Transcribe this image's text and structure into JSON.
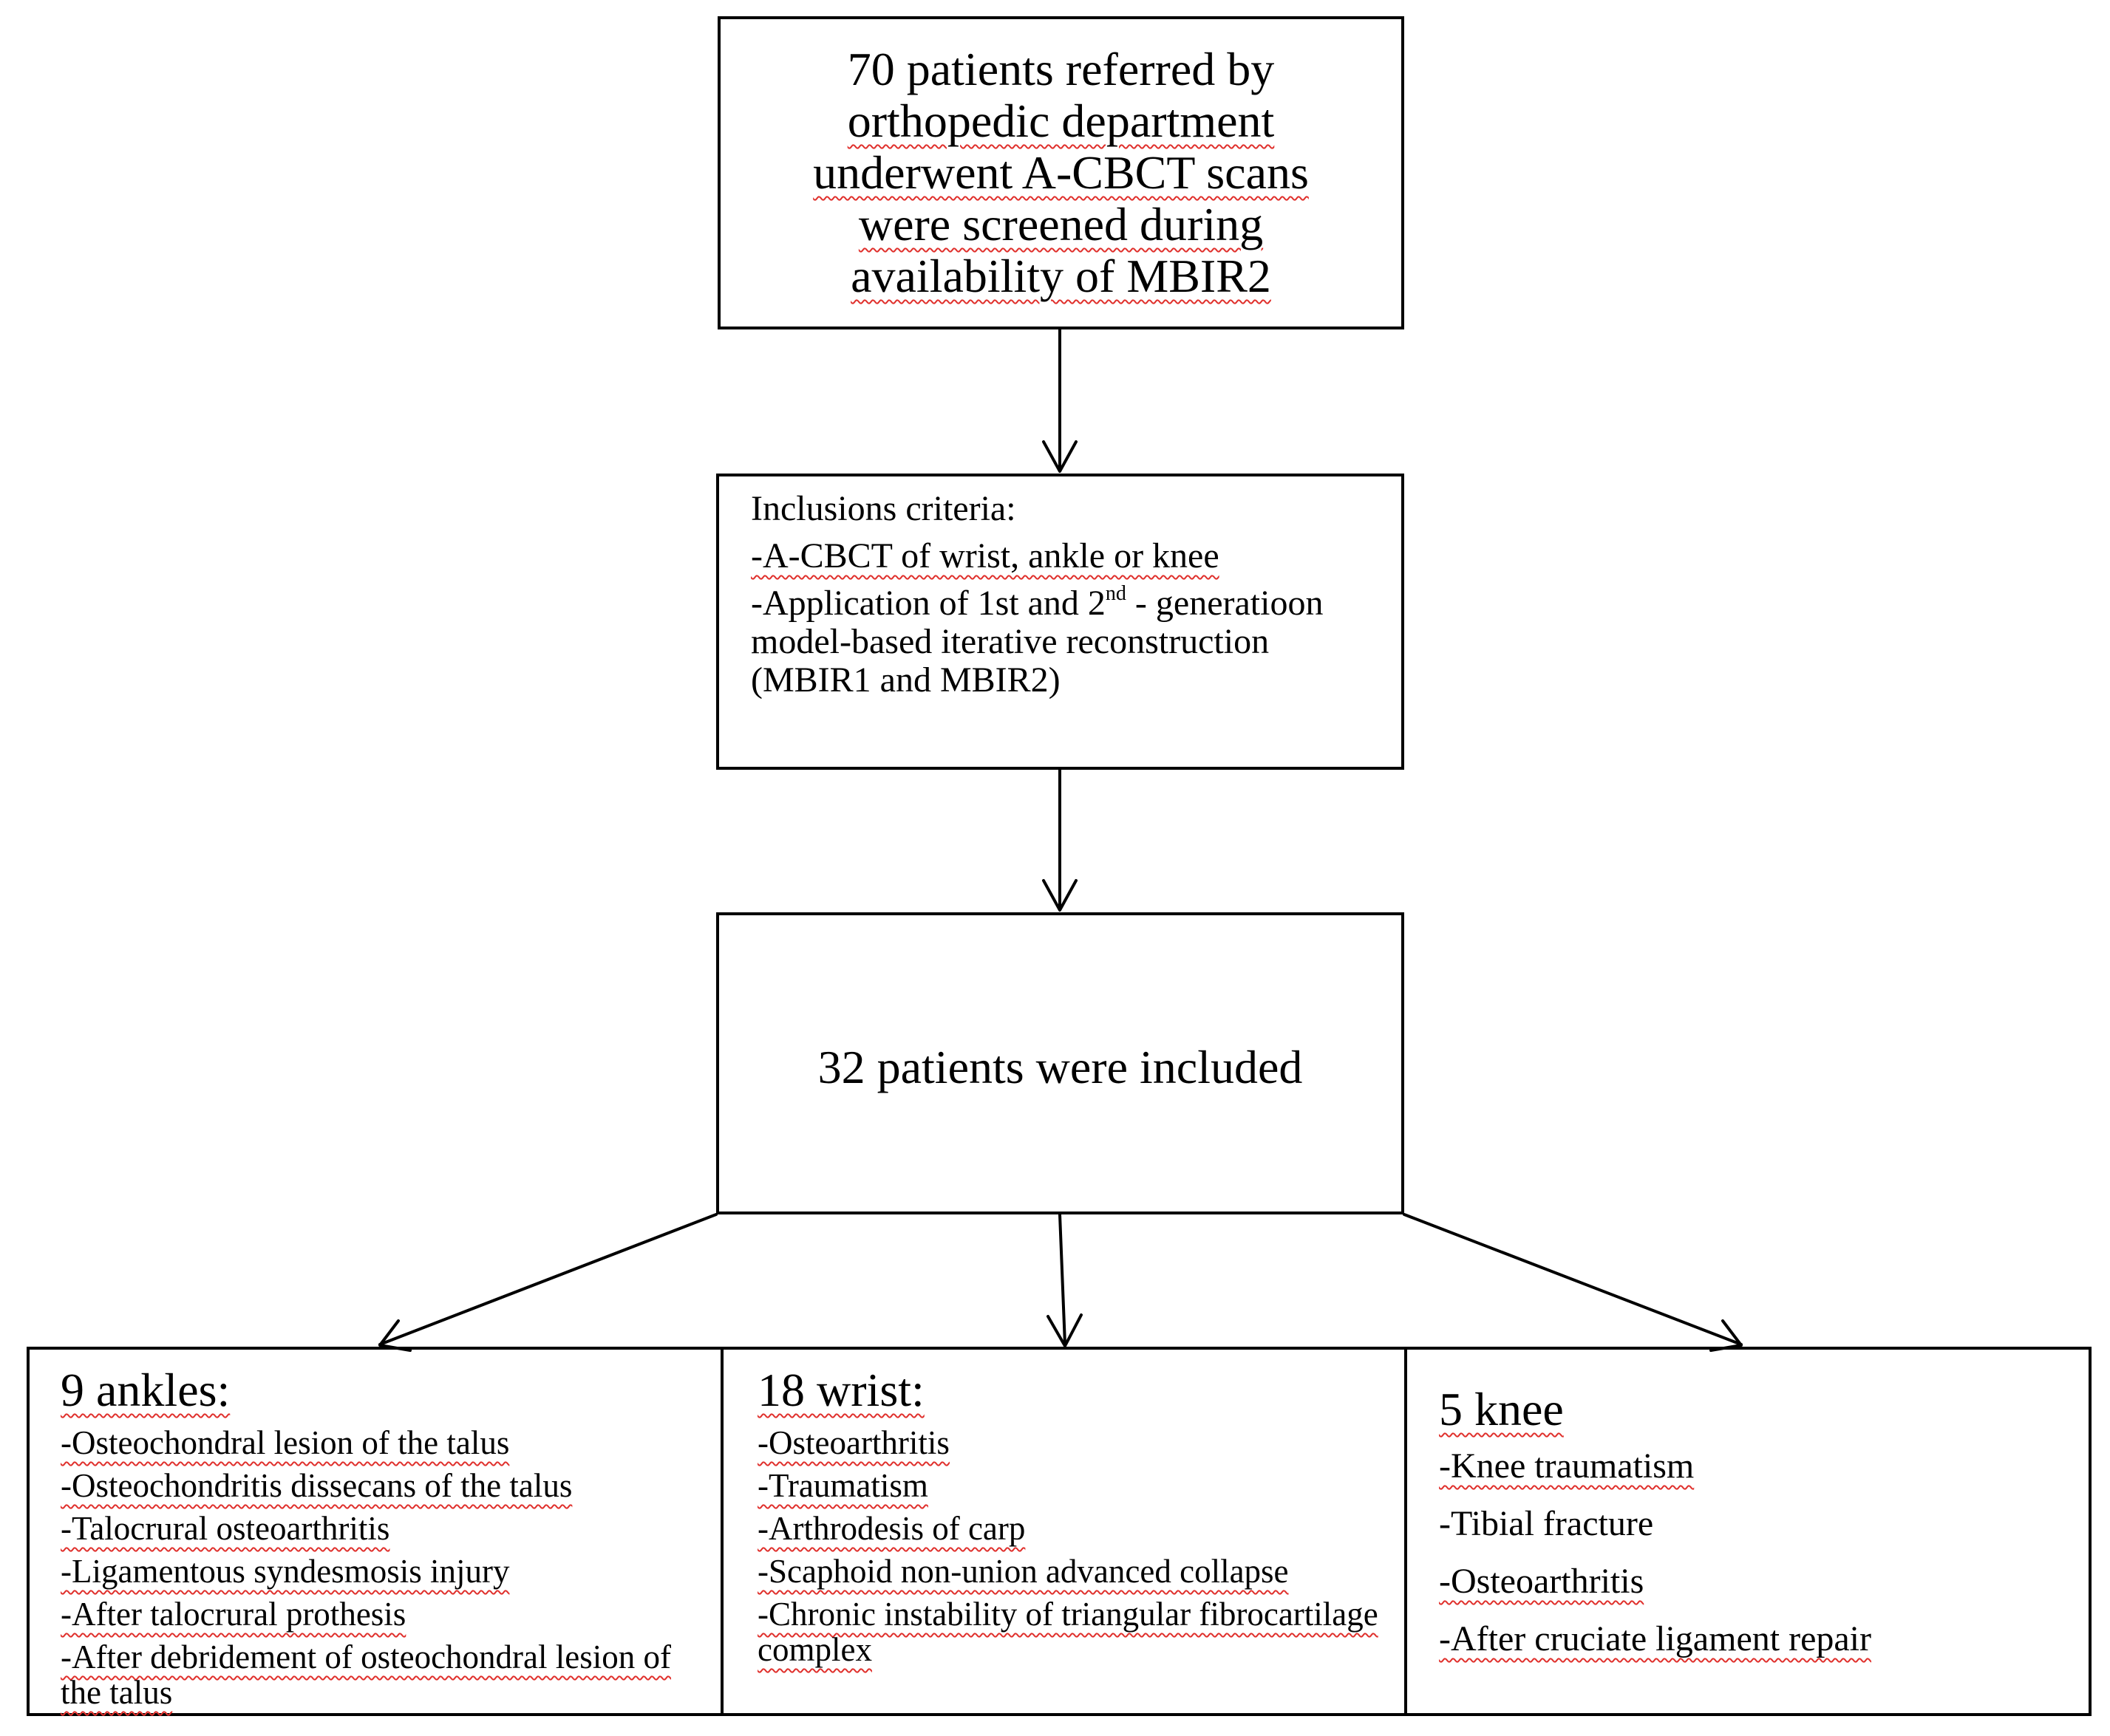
{
  "top_box": {
    "lines": [
      "70 patients referred by",
      "orthopedic department",
      "underwent A-CBCT scans",
      "were screened during",
      "availability of MBIR2"
    ]
  },
  "criteria_box": {
    "title": "Inclusions criteria:",
    "item1": "-A-CBCT of wrist, ankle or knee",
    "item2_a": "-Application of 1st and 2",
    "item2_sup": "nd",
    "item2_b": " - generatioon model-based iterative reconstruction (MBIR1 and MBIR2)"
  },
  "included_box": {
    "text": "32 patients were included"
  },
  "categories": {
    "ankles": {
      "title": "9 ankles:",
      "items": [
        "-Osteochondral lesion of the talus",
        "-Osteochondritis dissecans of the talus",
        "-Talocrural osteoarthritis",
        "-Ligamentous syndesmosis injury",
        "-After talocrural prothesis",
        "-After debridement of osteochondral lesion of the talus"
      ]
    },
    "wrist": {
      "title": "18 wrist:",
      "items": [
        "-Osteoarthritis",
        "-Traumatism",
        "-Arthrodesis of carp",
        "-Scaphoid non-union advanced collapse",
        "-Chronic instability of triangular fibrocartilage complex"
      ]
    },
    "knee": {
      "title": "5 knee",
      "items": [
        "-Knee traumatism",
        "-Tibial fracture",
        "-Osteoarthritis",
        "-After cruciate ligament repair"
      ]
    }
  }
}
